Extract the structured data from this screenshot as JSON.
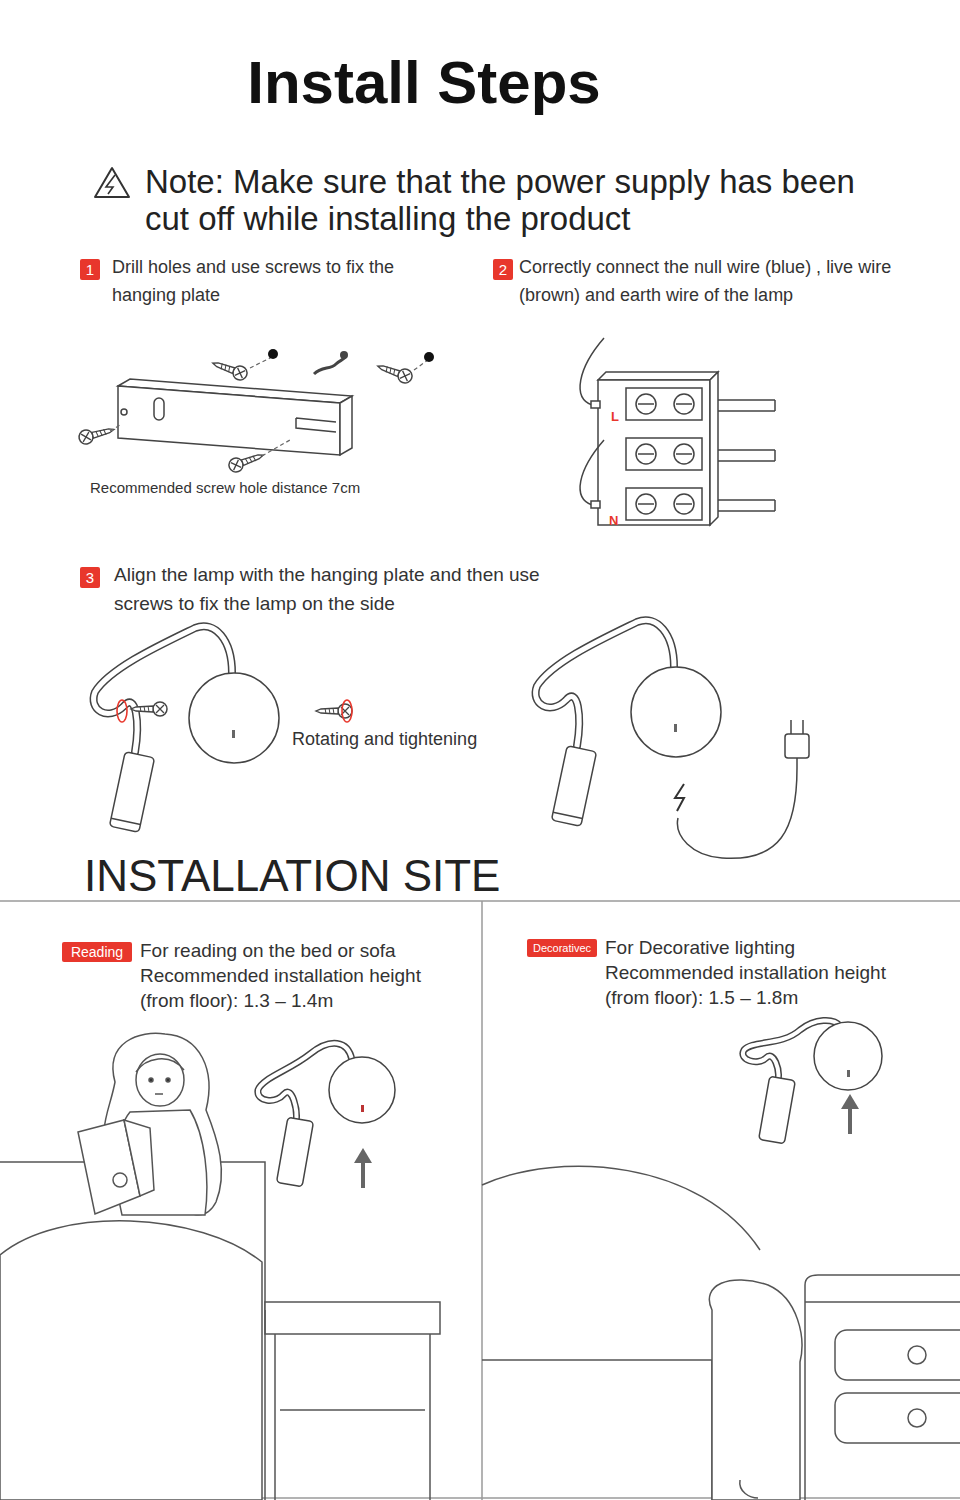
{
  "diagram": {
    "title": "Install Steps",
    "nodes": [
      {
        "text": [
          "1"
        ]
      },
      {
        "text": [
          "2"
        ]
      },
      {
        "text": [
          "3"
        ]
      },
      {
        "text": [
          "Reading"
        ]
      },
      {
        "text": [
          "Decorativec"
        ]
      }
    ],
    "labels": [
      "Note: Make sure that the power supply has been cut off while installing the product",
      "Drill holes and use screws to fix the hanging plate",
      "Recommended screw hole distance 7cm",
      "Correctly connect the null wire (blue) , live wire (brown) and earth wire of the lamp",
      "L",
      "N",
      "Align the lamp with the hanging plate and then use screws to fix the lamp on the side",
      "Rotating and tightening",
      "INSTALLATION SITE",
      "For reading on the bed or sofa",
      "Recommended installation height (from floor): 1.3 – 1.4m",
      "For Decorative lighting",
      "Recommended installation height (from floor): 1.5 – 1.8m"
    ]
  }
}
